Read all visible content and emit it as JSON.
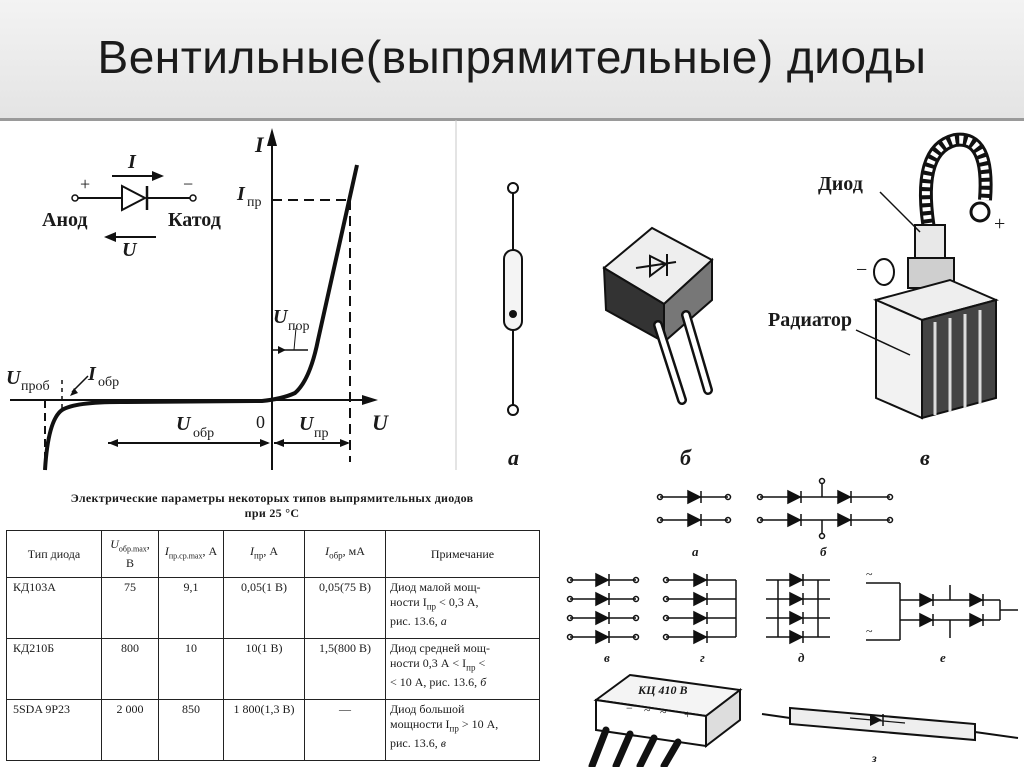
{
  "slide": {
    "title": "Вентильные(выпрямительные) диоды"
  },
  "iv_graph": {
    "axis_i": "I",
    "axis_u": "U",
    "origin": "0",
    "i_forward": "I",
    "i_forward_sub": "пр",
    "u_threshold": "U",
    "u_threshold_sub": "пор",
    "u_breakdown": "U",
    "u_breakdown_sub": "проб",
    "i_reverse": "I",
    "i_reverse_sub": "обр",
    "u_reverse": "U",
    "u_reverse_sub": "обр",
    "u_forward": "U",
    "u_forward_sub": "пр",
    "symbol": {
      "plus": "+",
      "minus": "−",
      "current": "I",
      "voltage": "U",
      "anode": "Анод",
      "cathode": "Катод"
    }
  },
  "photos": {
    "label_a": "а",
    "label_b": "б",
    "label_v": "в",
    "diode": "Диод",
    "radiator": "Радиатор",
    "plus": "+",
    "minus": "−"
  },
  "table": {
    "caption_line1": "Электрические параметры некоторых типов выпрямительных диодов",
    "caption_line2": "при 25 °С",
    "headers": {
      "type": "Тип диода",
      "u_rev": "U",
      "u_rev_sub": "обр.max",
      "u_rev_unit": ", В",
      "i_avg": "I",
      "i_avg_sub": "пр.ср.max",
      "i_avg_unit": ", А",
      "i_fwd": "I",
      "i_fwd_sub": "пр",
      "i_fwd_unit": ", А",
      "i_rev": "I",
      "i_rev_sub": "обр",
      "i_rev_unit": ", мА",
      "note": "Примечание"
    },
    "rows": [
      {
        "type": "КД103А",
        "u": "75",
        "iavg": "9,1",
        "ipr": "0,05(1 В)",
        "iobr": "0,05(75 В)",
        "note_a": "Диод малой мощ-",
        "note_b": "ности I",
        "note_b_sub": "пр",
        "note_b2": " < 0,3 А,",
        "note_c": "рис. 13.6, ",
        "note_c_it": "а"
      },
      {
        "type": "КД210Б",
        "u": "800",
        "iavg": "10",
        "ipr": "10(1 В)",
        "iobr": "1,5(800 В)",
        "note_a": "Диод средней мощ-",
        "note_b": "ности 0,3 А < I",
        "note_b_sub": "пр",
        "note_b2": " <",
        "note_c": "< 10 А, рис. 13.6, ",
        "note_c_it": "б"
      },
      {
        "type": "5SDA 9P23",
        "u": "2 000",
        "iavg": "850",
        "ipr": "1 800(1,3 В)",
        "iobr": "—",
        "note_a": "Диод большой",
        "note_b": "мощности I",
        "note_b_sub": "пр",
        "note_b2": " > 10 А,",
        "note_c": "рис. 13.6, ",
        "note_c_it": "в"
      }
    ]
  },
  "schemes": {
    "a": "а",
    "b": "б",
    "v": "в",
    "g": "г",
    "d": "д",
    "e": "е",
    "z": "з",
    "bridge_label": "КЦ 410 В",
    "plus": "+",
    "minus": "−",
    "tilde": "~"
  }
}
